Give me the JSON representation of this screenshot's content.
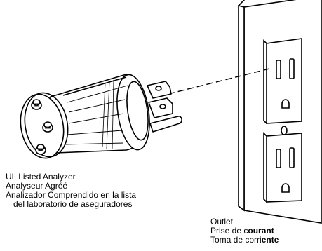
{
  "analyzer_label": {
    "line1": "UL Listed Analyzer",
    "line2": "Analyseur Agréé",
    "line3": "Analizador Comprendido en la lista",
    "line4": "del laboratorio de aseguradores"
  },
  "outlet_label": {
    "line1": "Outlet",
    "line2_normal_a": "Prise de c",
    "line2_bold": "ourant",
    "line3_normal": "Toma de corri",
    "line3_bold": "ente"
  },
  "colors": {
    "ink": "#000000",
    "background": "#ffffff"
  }
}
